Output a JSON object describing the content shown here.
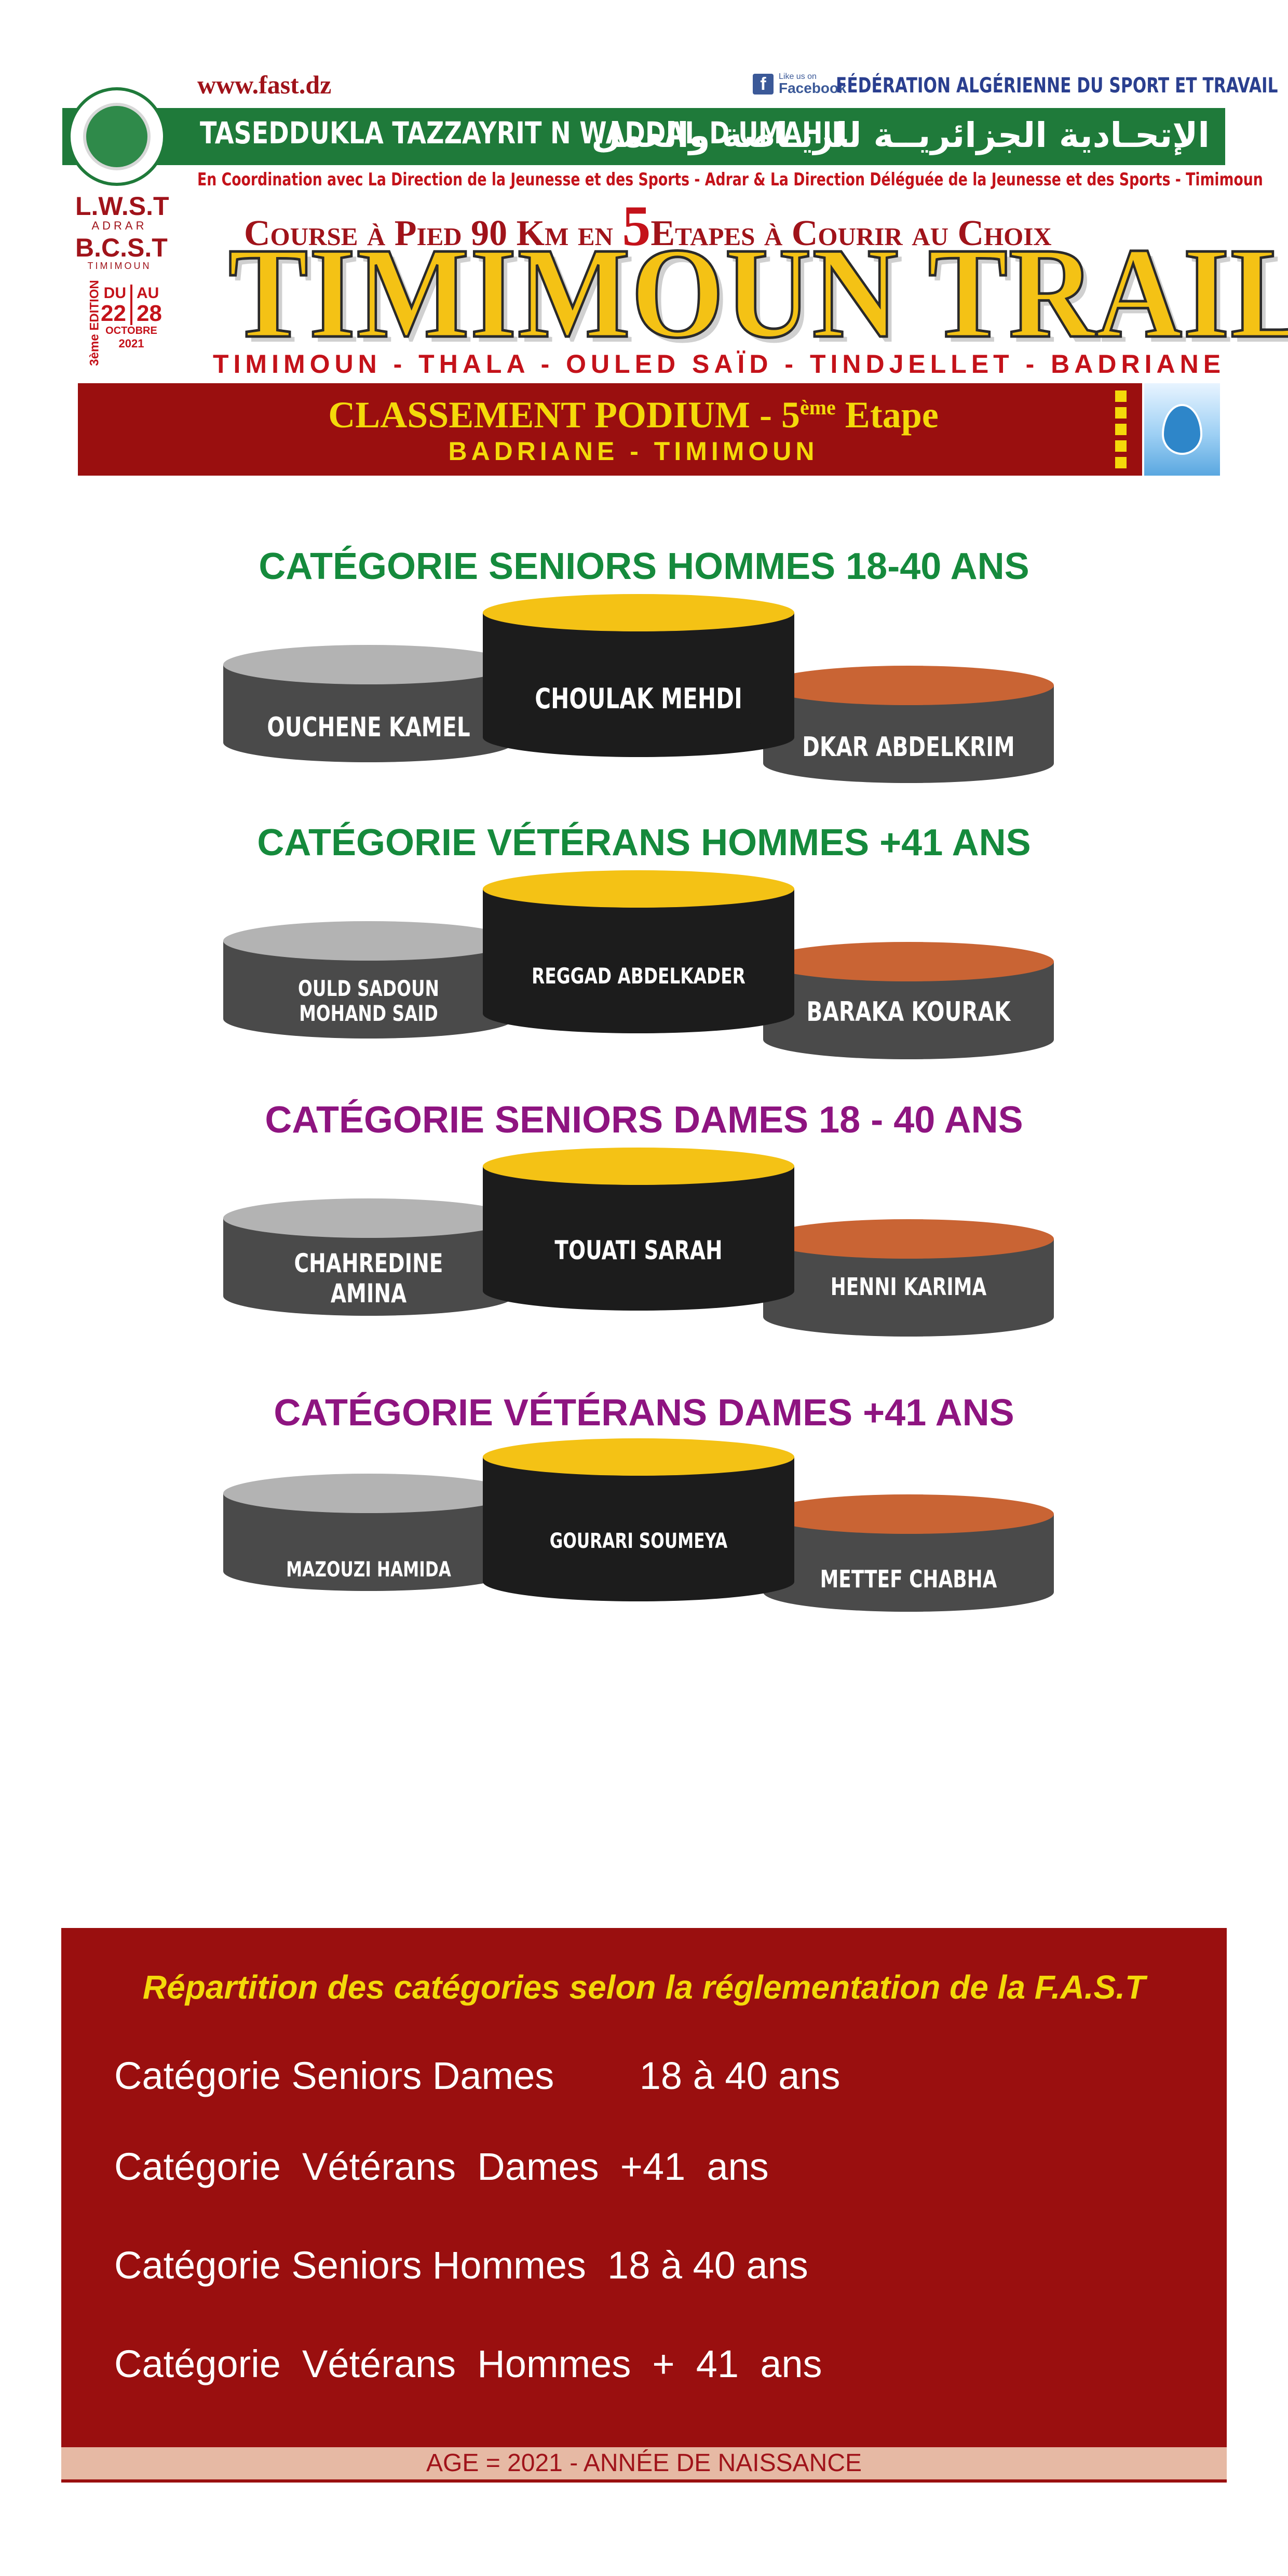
{
  "header": {
    "url": "www.fast.dz",
    "fb_like_small": "Like us on",
    "fb_like_big": "Facebook",
    "federation_name": "FÉDÉRATION ALGÉRIENNE DU SPORT ET TRAVAIL",
    "band_latin": "TASEDDUKLA TAZZAYRIT N WADDAL D UMAHIL",
    "band_arabic": "الإتحـادية الجزائريــة للريـاضة والعمل",
    "coordination": "En Coordination avec La Direction de la Jeunesse et des Sports - Adrar & La Direction Déléguée de la Jeunesse et des Sports - Timimoun",
    "side_lwst": "L.W.S.T",
    "side_lwst_sub": "ADRAR",
    "side_bcst": "B.C.S.T",
    "side_bcst_sub": "TIMIMOUN",
    "edition": "3ème EDITION",
    "du": "DU",
    "au": "AU",
    "day_from": "22",
    "day_to": "28",
    "month": "OCTOBRE",
    "year": "2021",
    "course_pre": "Course à Pied 90 Km en ",
    "course_five": "5",
    "course_post": "Etapes à Courir au Choix",
    "title": "TIMIMOUN TRAIL",
    "towns": "TIMIMOUN - THALA - OULED SAÏD - TINDJELLET - BADRIANE",
    "banner_title_pre": "CLASSEMENT PODIUM - 5",
    "banner_title_sup": "ème",
    "banner_title_post": " Etape",
    "banner_sub": "BADRIANE - TIMIMOUN"
  },
  "categories": [
    {
      "title": "CATÉGORIE SENIORS HOMMES 18-40 ANS",
      "first": "CHOULAK MEHDI",
      "second": "OUCHENE KAMEL",
      "third": "DKAR ABDELKRIM"
    },
    {
      "title": "CATÉGORIE VÉTÉRANS HOMMES +41 ANS",
      "first": "REGGAD ABDELKADER",
      "second_l1": "OULD SADOUN",
      "second_l2": "MOHAND SAID",
      "third": "BARAKA KOURAK"
    },
    {
      "title": "CATÉGORIE SENIORS DAMES 18 - 40 ANS",
      "first": "TOUATI SARAH",
      "second_l1": "CHAHREDINE",
      "second_l2": "AMINA",
      "third": "HENNI KARIMA"
    },
    {
      "title": "CATÉGORIE VÉTÉRANS DAMES +41 ANS",
      "first": "GOURARI SOUMEYA",
      "second": "MAZOUZI HAMIDA",
      "third": "METTEF CHABHA"
    }
  ],
  "footer": {
    "heading": "Répartition des catégories selon la réglementation de la F.A.S.T",
    "rows": [
      "Catégorie Seniors Dames        18 à 40 ans",
      "Catégorie  Vétérans  Dames  +41  ans",
      "Catégorie Seniors Hommes  18 à 40 ans",
      "Catégorie  Vétérans  Hommes  +  41  ans"
    ],
    "age_note": "AGE = 2021 - ANNÉE DE NAISSANCE"
  },
  "colors": {
    "brand_red": "#9a0f0f",
    "brand_green": "#1f7a3a",
    "gold": "#f4c215",
    "silver": "#b3b3b3",
    "bronze": "#c96434",
    "podium_body": "#4a4a4a",
    "first_body": "#1c1c1c"
  }
}
